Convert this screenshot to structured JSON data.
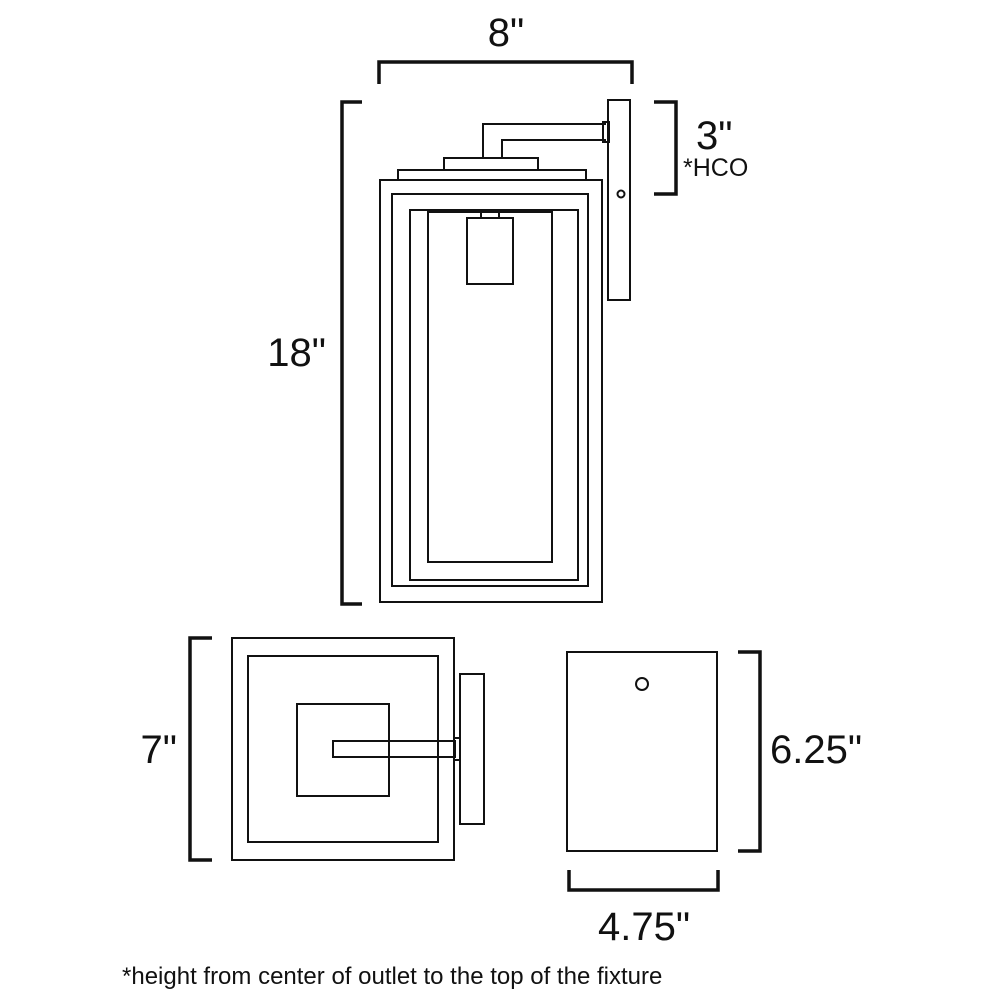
{
  "dimensions": {
    "width_top": "8\"",
    "height": "18\"",
    "hco": "3\"",
    "hco_label": "*HCO",
    "depth": "7\"",
    "backplate_height": "6.25\"",
    "backplate_width": "4.75\""
  },
  "footnote": "*height from center of outlet to the top of the fixture"
}
